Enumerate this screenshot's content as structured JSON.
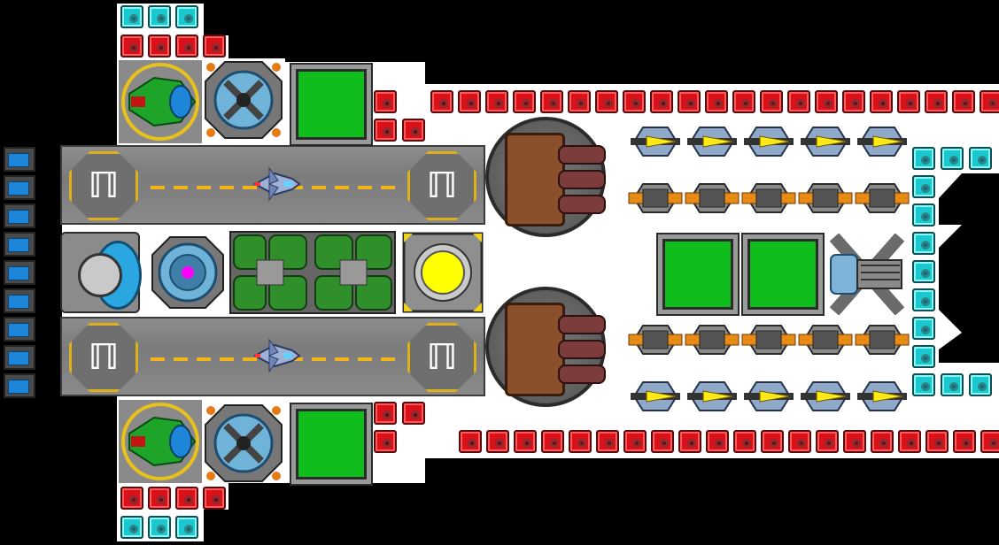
{
  "scene": {
    "hull_color": "#ffffff",
    "background": "#000000",
    "accent_colors": {
      "armor": "#d8111a",
      "shield": "#19c9cf",
      "storage": "#0fbe1c",
      "hangar_stripe": "#f1b51a",
      "reactor_core": "#ffff00",
      "sensor_core": "#ff00ff"
    }
  },
  "modules": {
    "hangars": [
      {
        "name": "hangar-top",
        "pad_icon": "launch-pad-icon",
        "craft_icon": "fighter-icon"
      },
      {
        "name": "hangar-bottom",
        "pad_icon": "launch-pad-icon",
        "craft_icon": "fighter-icon"
      }
    ],
    "turrets": [
      "railgun-turret-top",
      "railgun-turret-bottom"
    ],
    "storage_boxes": 6,
    "rocket_launchers": 10,
    "cannons": 10,
    "thrusters": 9
  }
}
